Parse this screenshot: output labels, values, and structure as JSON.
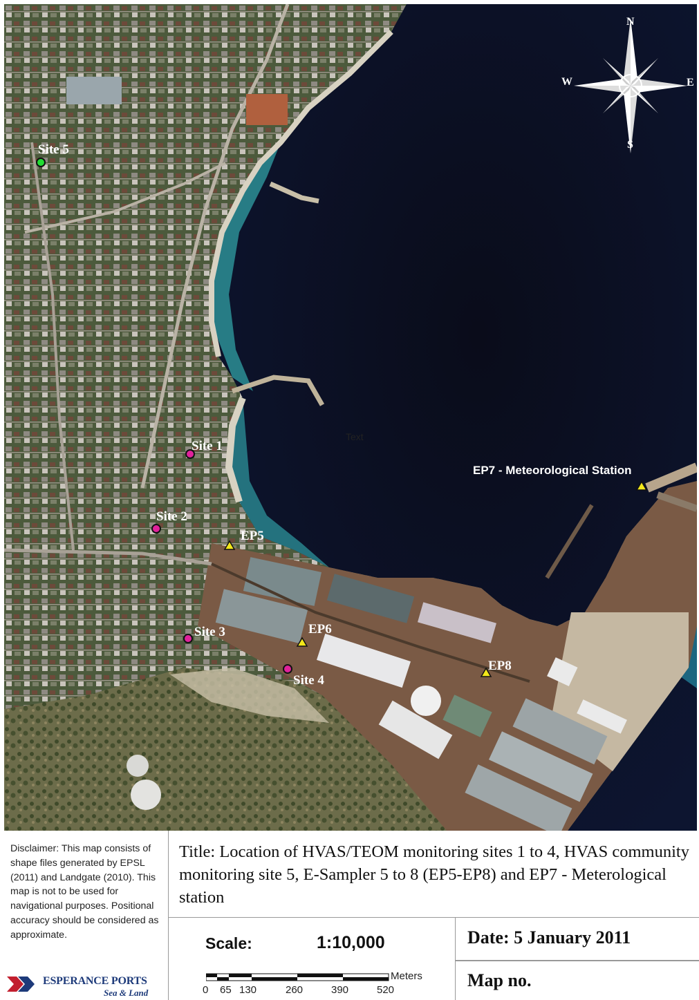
{
  "compass": {
    "n": "N",
    "s": "S",
    "e": "E",
    "w": "W"
  },
  "map_labels": {
    "site1": "Site 1",
    "site2": "Site 2",
    "site3": "Site 3",
    "site4": "Site 4",
    "site5": "Site 5",
    "ep5": "EP5",
    "ep6": "EP6",
    "ep7": "EP7 - Meteorological Station",
    "ep8": "EP8",
    "stray": "Text"
  },
  "colors": {
    "community_site": "#22dd33",
    "hvas_site": "#e0229b",
    "e_sampler": "#f3e81a"
  },
  "footer": {
    "disclaimer": "Disclaimer: This map consists of shape files generated by EPSL (2011) and Landgate (2010). This map is not to be used for navigational purposes. Positional accuracy should be considered as approximate.",
    "logo_name": "ESPERANCE PORTS",
    "logo_tagline": "Sea & Land",
    "title": "Title: Location of HVAS/TEOM monitoring sites 1 to 4, HVAS community monitoring site 5, E-Sampler 5 to 8 (EP5-EP8) and EP7 - Meterological station",
    "scale_label": "Scale:",
    "scale_value": "1:10,000",
    "date": "Date: 5 January 2011",
    "map_no": "Map no.",
    "scalebar_unit": "Meters",
    "scalebar_ticks": [
      "0",
      "65",
      "130",
      "260",
      "390",
      "520"
    ]
  }
}
